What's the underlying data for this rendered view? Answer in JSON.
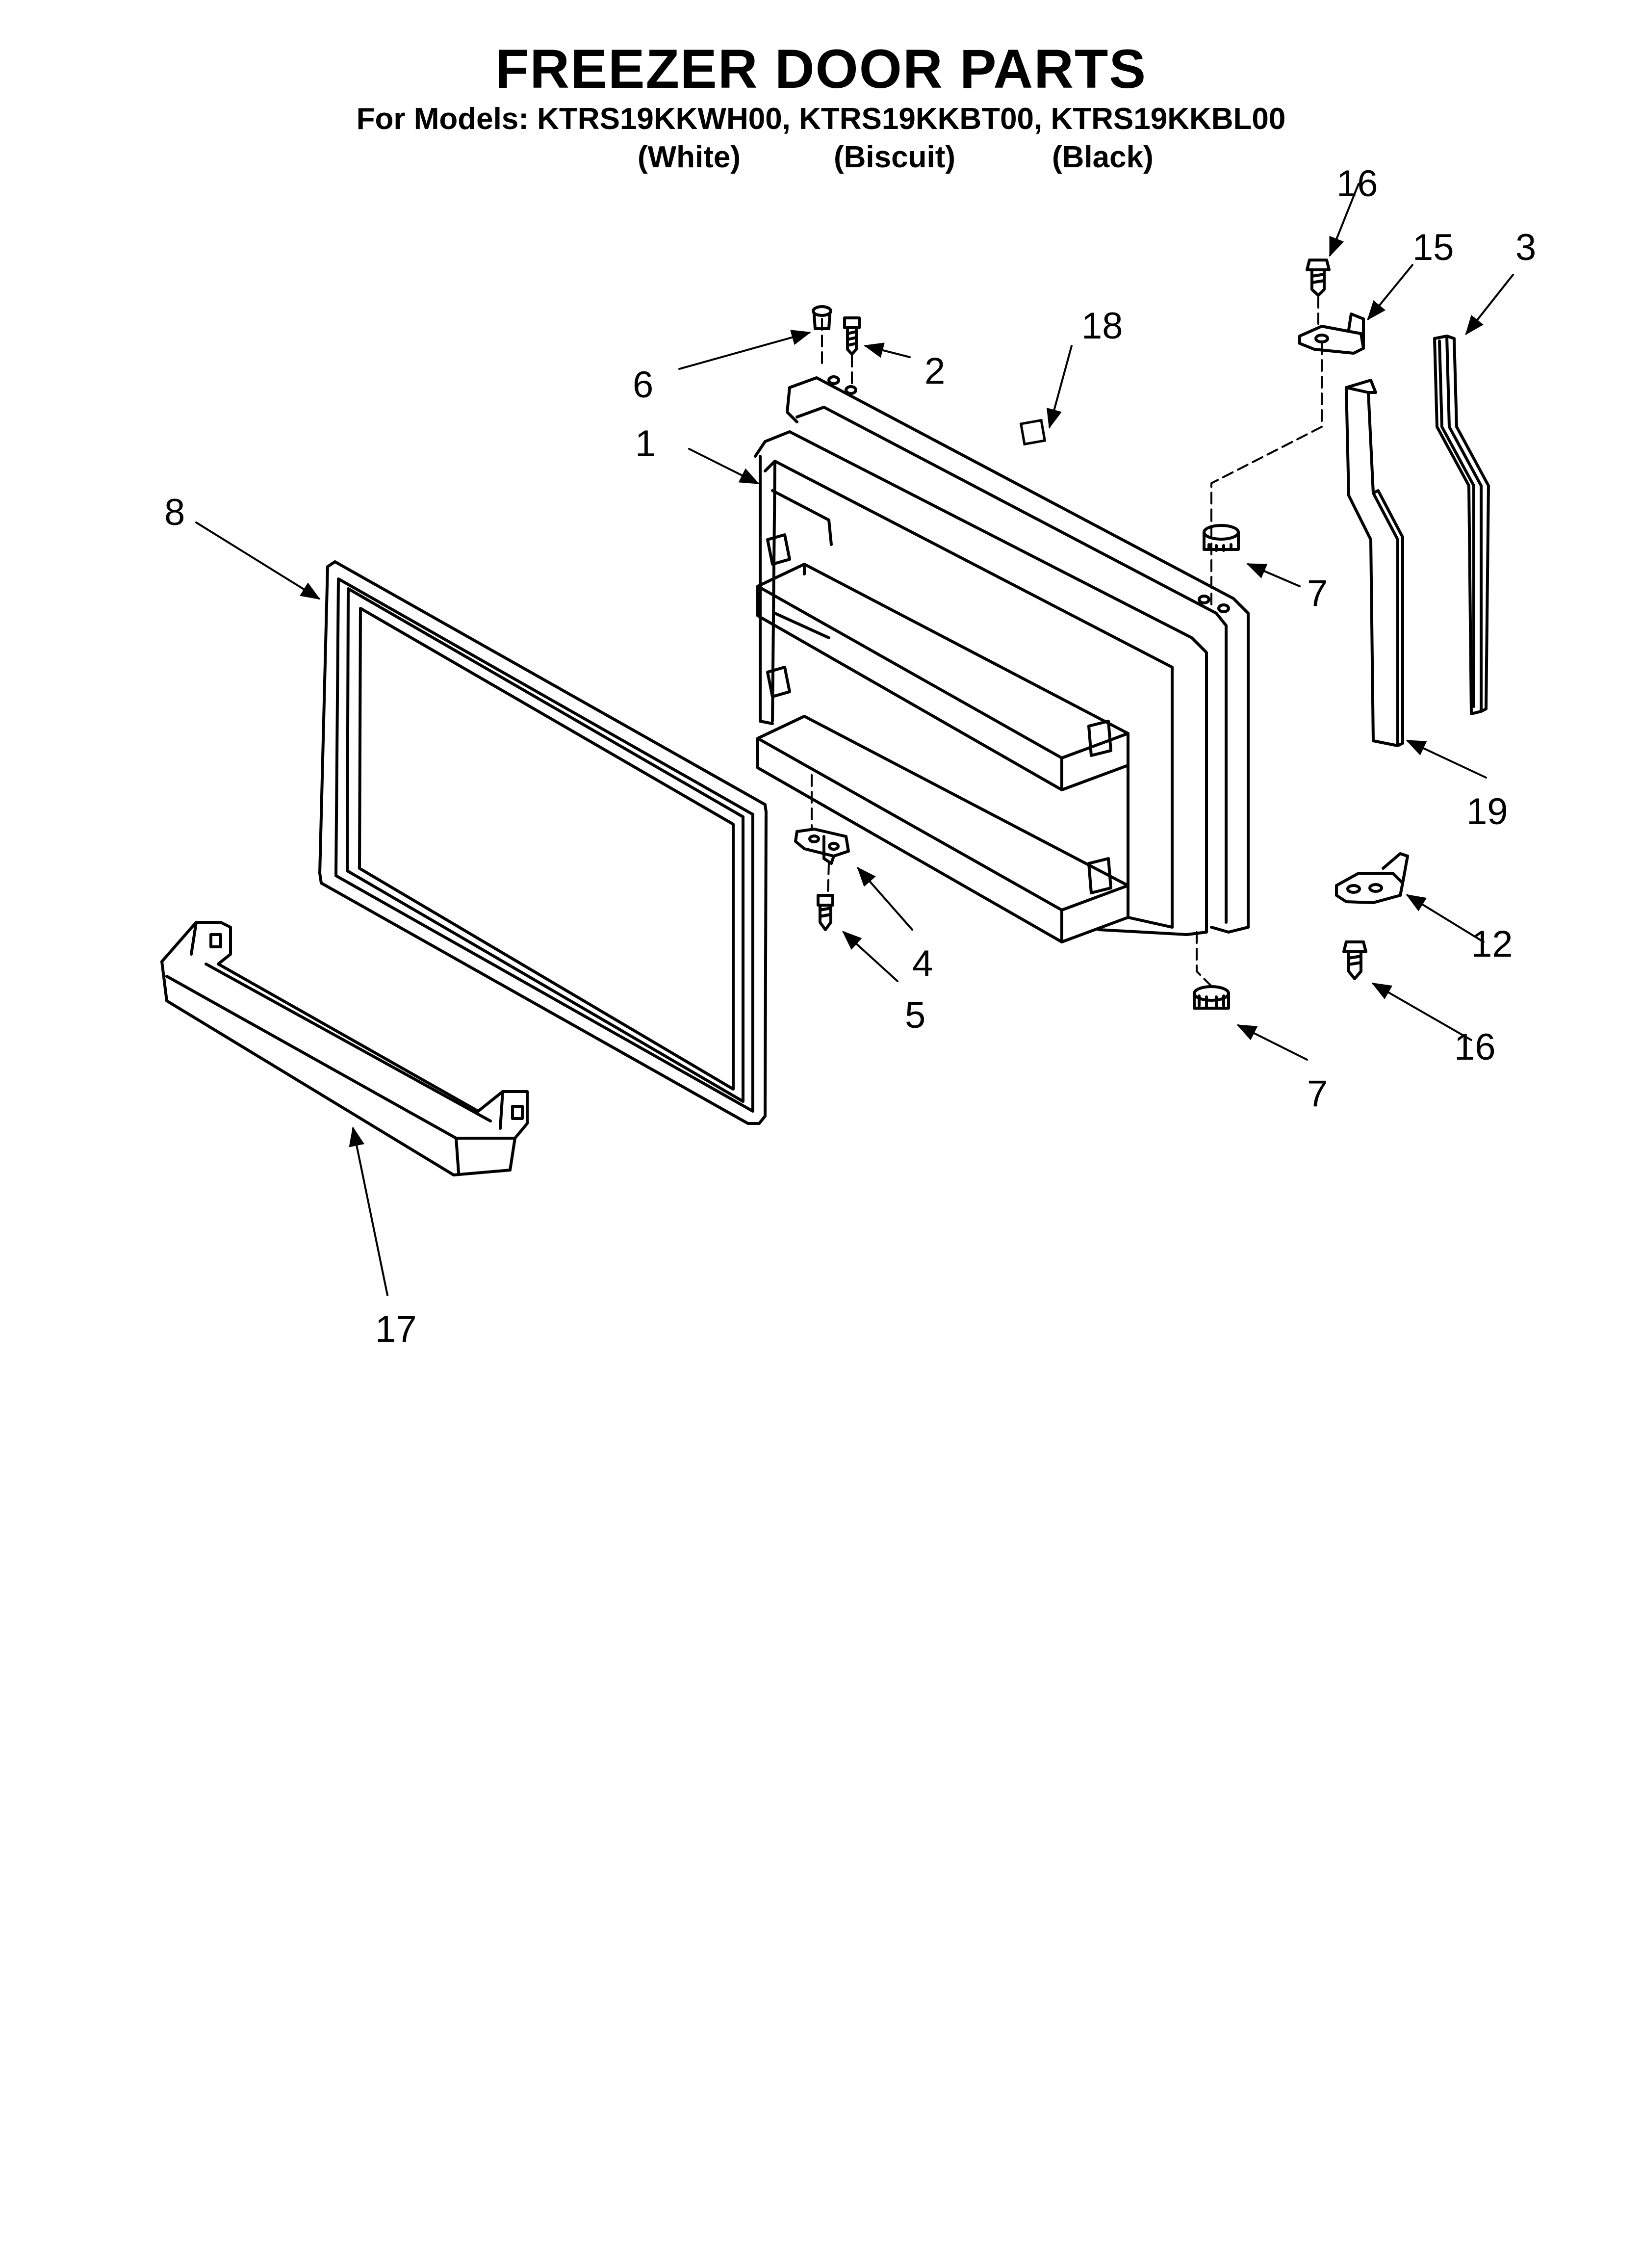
{
  "header": {
    "title": "FREEZER DOOR PARTS",
    "models": "For Models: KTRS19KKWH00, KTRS19KKBT00, KTRS19KKBL00",
    "colors": [
      "(White)",
      "(Biscuit)",
      "(Black)"
    ]
  },
  "callouts": {
    "c1": "1",
    "c2": "2",
    "c3": "3",
    "c4": "4",
    "c5": "5",
    "c6": "6",
    "c7a": "7",
    "c7b": "7",
    "c8": "8",
    "c12": "12",
    "c15": "15",
    "c16a": "16",
    "c16b": "16",
    "c17": "17",
    "c18": "18",
    "c19": "19"
  },
  "colors": {
    "ink": "#000000",
    "paper": "#ffffff"
  }
}
